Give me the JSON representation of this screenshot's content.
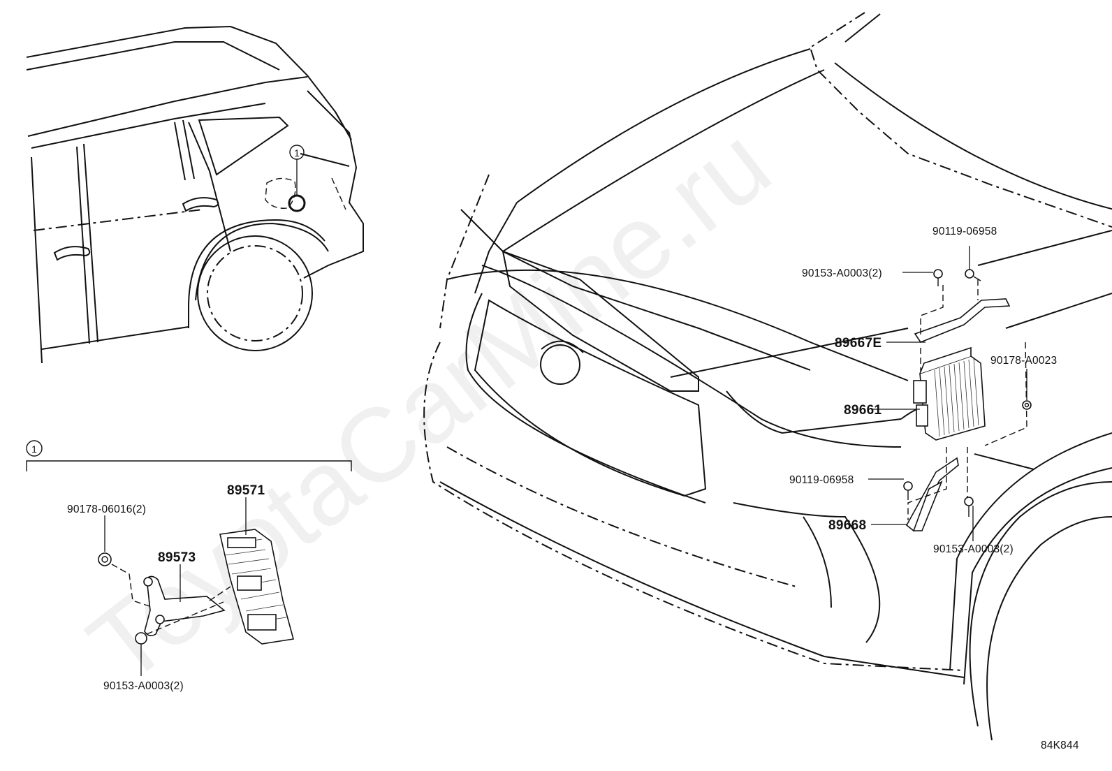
{
  "watermark": "ToyotaCarMine.ru",
  "diagram_code": "84K844",
  "callout_marker": "1",
  "labels": {
    "p90119_06958_top": "90119-06958",
    "p90153_a0003_top": "90153-A0003(2)",
    "p89667e": "89667E",
    "p90178_a0023": "90178-A0023",
    "p89661": "89661",
    "p90119_06958_mid": "90119-06958",
    "p89668": "89668",
    "p90153_a0003_right": "90153-A0003(2)",
    "p89571": "89571",
    "p90178_06016": "90178-06016(2)",
    "p89573": "89573",
    "p90153_a0003_bottom": "90153-A0003(2)"
  }
}
